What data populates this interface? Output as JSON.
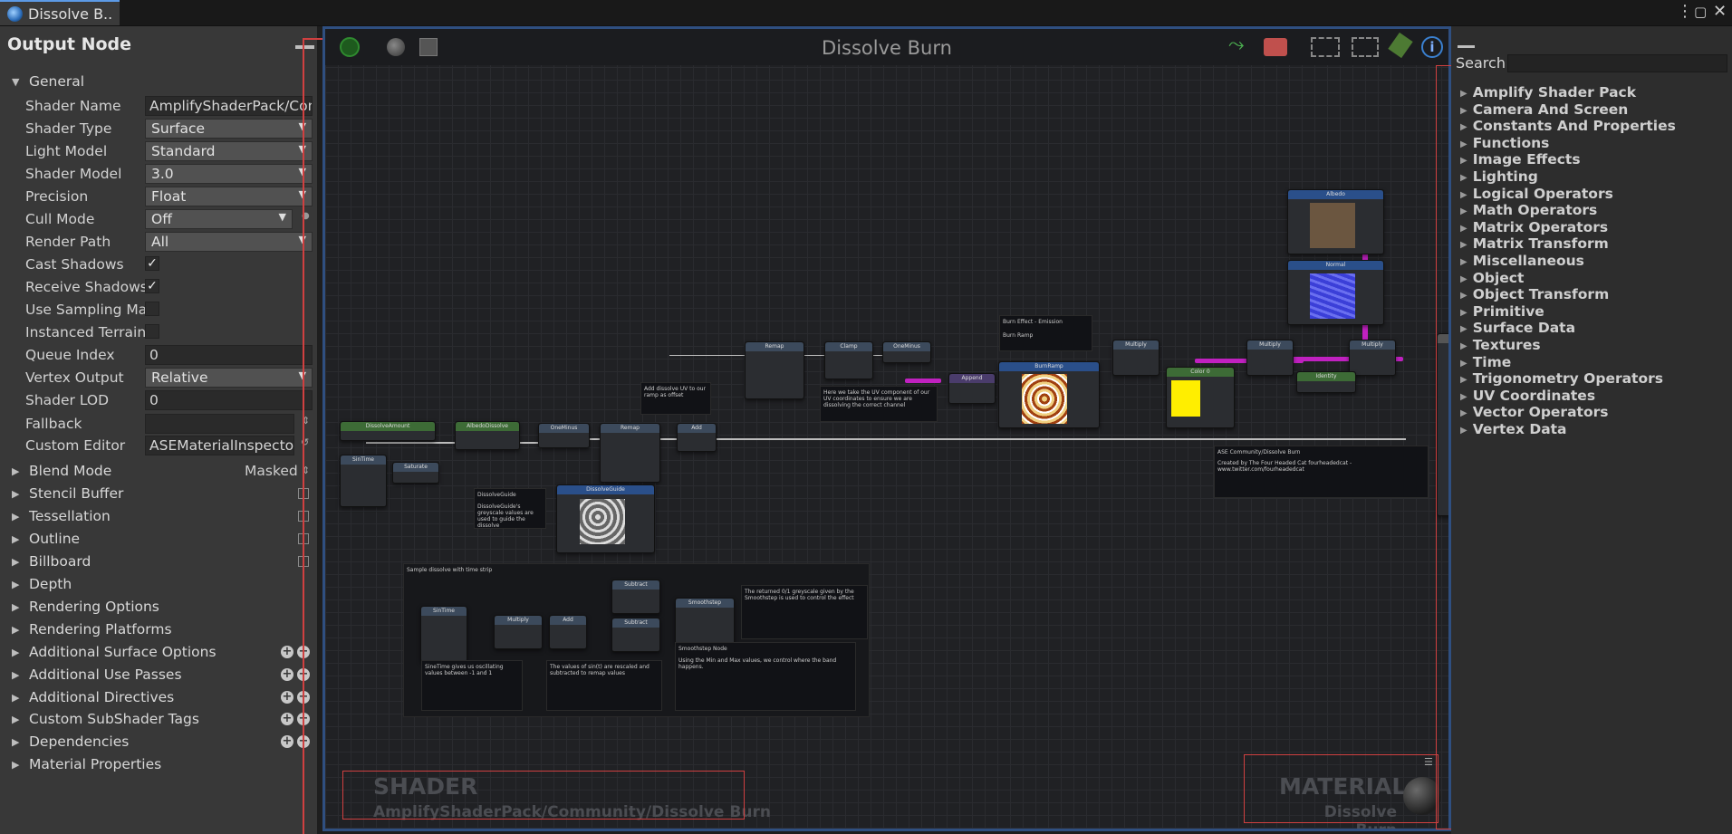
{
  "window": {
    "tab_title": "Dissolve B..",
    "menu_icon": "kebab-icon",
    "maximize_icon": "maximize-icon",
    "close_icon": "close-icon"
  },
  "left_panel": {
    "title": "Output Node",
    "general_label": "General",
    "fields": {
      "shader_name": {
        "label": "Shader Name",
        "value": "AmplifyShaderPack/Com"
      },
      "shader_type": {
        "label": "Shader Type",
        "value": "Surface"
      },
      "light_model": {
        "label": "Light Model",
        "value": "Standard"
      },
      "shader_model": {
        "label": "Shader Model",
        "value": "3.0"
      },
      "precision": {
        "label": "Precision",
        "value": "Float"
      },
      "cull_mode": {
        "label": "Cull Mode",
        "value": "Off"
      },
      "render_path": {
        "label": "Render Path",
        "value": "All"
      },
      "cast_shadows": {
        "label": "Cast Shadows",
        "checked": "✓"
      },
      "receive_shadows": {
        "label": "Receive Shadows",
        "checked": "✓"
      },
      "use_sampling": {
        "label": "Use Sampling Mac",
        "checked": ""
      },
      "instanced_terrain": {
        "label": "Instanced Terrain",
        "checked": ""
      },
      "queue_index": {
        "label": "Queue Index",
        "value": "0"
      },
      "vertex_output": {
        "label": "Vertex Output",
        "value": "Relative"
      },
      "shader_lod": {
        "label": "Shader LOD",
        "value": "0"
      },
      "fallback": {
        "label": "Fallback",
        "value": ""
      },
      "custom_editor": {
        "label": "Custom Editor",
        "value": "ASEMaterialInspector"
      }
    },
    "sections": {
      "blend_mode": {
        "label": "Blend Mode",
        "value": "Masked"
      },
      "stencil_buffer": "Stencil Buffer",
      "tessellation": "Tessellation",
      "outline": "Outline",
      "billboard": "Billboard",
      "depth": "Depth",
      "rendering_options": "Rendering Options",
      "rendering_platforms": "Rendering Platforms",
      "additional_surface_options": "Additional Surface Options",
      "additional_use_passes": "Additional Use Passes",
      "additional_directives": "Additional Directives",
      "custom_subshader_tags": "Custom SubShader Tags",
      "dependencies": "Dependencies",
      "material_properties": "Material Properties"
    }
  },
  "canvas": {
    "title": "Dissolve Burn",
    "footer": {
      "shader_label": "SHADER",
      "shader_path": "AmplifyShaderPack/Community/Dissolve Burn",
      "material_label": "MATERIAL",
      "material_name": "Dissolve Burn"
    },
    "nodes": {
      "dissolve_amount": "DissolveAmount",
      "albedo_dissolve": "AlbedoDissolve",
      "one_minus_1": "OneMinus",
      "remap_1": "Remap",
      "add_1": "Add",
      "sin_time_1": "SinTime",
      "saturate": "Saturate",
      "dissolve_guide": "DissolveGuide",
      "remap_2": "Remap",
      "clamp": "Clamp",
      "one_minus_2": "OneMinus",
      "append": "Append",
      "burn_ramp": "BurnRamp",
      "multiply_1": "Multiply",
      "color_0": "Color 0",
      "multiply_2": "Multiply",
      "multiply_3": "Multiply",
      "identity": "Identity",
      "albedo": "Albedo",
      "normal": "Normal",
      "sin_time_2": "SinTime",
      "multiply_4": "Multiply",
      "add_2": "Add",
      "subtract_1": "Subtract",
      "subtract_2": "Subtract",
      "smoothstep": "Smoothstep"
    },
    "comments": {
      "burn_effect": "Burn Effect - Emission",
      "burn_ramp_note": "Burn Ramp",
      "uv_note": "Add dissolve UV to our ramp as offset",
      "ramp_note": "Here we take the UV component of our UV coordinates to ensure we are dissolving the correct channel",
      "guide_note": "DissolveGuide",
      "guide_desc": "DissolveGuide's greyscale values are used to guide the dissolve",
      "sample_anim": "Sample dissolve with time strip",
      "sintime_note": "SineTime gives us oscillating values between -1 and 1",
      "rescale_note": "The values of sin(t) are rescaled and subtracted to remap values",
      "smoothstep_note": "The returned 0/1 greyscale given by the Smoothstep is used to control the effect",
      "smoothstep_title": "Smoothstep Node",
      "smoothstep_desc": "Using the Min and Max values, we control where the band happens.",
      "credits_title": "ASE Community/Dissolve Burn",
      "credits_body": "Created by The Four Headed Cat fourheadedcat - www.twitter.com/fourheadedcat"
    },
    "toolbar_icons": [
      "live-indicator-icon",
      "sphere-preview-icon",
      "save-icon",
      "share-icon",
      "camera-icon",
      "focus-selection-icon",
      "maximize-view-icon",
      "clean-icon",
      "info-icon"
    ]
  },
  "palette": {
    "search_label": "Search",
    "search_value": "",
    "categories": [
      "Amplify Shader Pack",
      "Camera And Screen",
      "Constants And Properties",
      "Functions",
      "Image Effects",
      "Lighting",
      "Logical Operators",
      "Math Operators",
      "Matrix Operators",
      "Matrix Transform",
      "Miscellaneous",
      "Object",
      "Object Transform",
      "Primitive",
      "Surface Data",
      "Textures",
      "Time",
      "Trigonometry Operators",
      "UV Coordinates",
      "Vector Operators",
      "Vertex Data"
    ]
  },
  "colors": {
    "accent": "#5c9ae6",
    "wire_purple": "#c021c0",
    "selection_red": "#d04040",
    "burn_yellow": "#ffee00"
  }
}
